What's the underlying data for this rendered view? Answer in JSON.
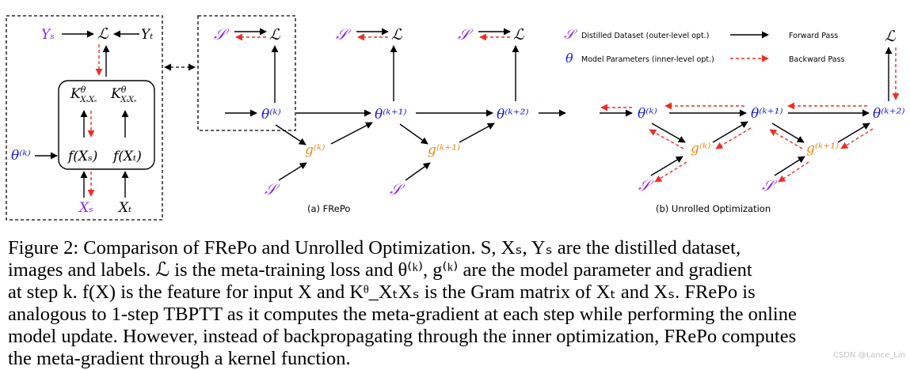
{
  "symbols": {
    "S": "𝒮",
    "L": "ℒ",
    "Ys": "Yₛ",
    "Yt": "Yₜ",
    "Xs": "Xₛ",
    "Xt": "Xₜ",
    "theta_k": "θ⁽ᵏ⁾",
    "theta_k1": "θ⁽ᵏ⁺¹⁾",
    "theta_k2": "θ⁽ᵏ⁺²⁾",
    "g_k": "g⁽ᵏ⁾",
    "g_k1": "g⁽ᵏ⁺¹⁾",
    "K_ss": "K",
    "K_ss_sup": "θ",
    "K_ss_sub": "XₛXₛ",
    "K_ts_sub": "XₜXₛ",
    "f_Xs": "f(Xₛ)",
    "f_Xt": "f(Xₜ)",
    "theta_sym": "θ"
  },
  "legend": {
    "distilled": "Distilled Dataset (outer-level opt.)",
    "params": "Model Parameters (inner-level opt.)",
    "forward": "Forward Pass",
    "backward": "Backward Pass"
  },
  "subcaptions": {
    "a": "(a) FRePo",
    "b": "(b) Unrolled Optimization"
  },
  "caption": [
    "Figure 2: Comparison of FRePo and Unrolled Optimization. S, Xₛ, Yₛ are the distilled dataset,",
    "images and labels. ℒ is the meta-training loss and θ⁽ᵏ⁾, g⁽ᵏ⁾ are the model parameter and gradient",
    "at step k. f(X) is the feature for input X and Kᶿ_XₜXₛ is the Gram matrix of Xₜ and Xₛ. FRePo is",
    "analogous to 1-step TBPTT as it computes the meta-gradient at each step while performing the online",
    "model update. However, instead of backpropagating through the inner optimization, FRePo computes",
    "the meta-gradient through a kernel function."
  ],
  "colors": {
    "purple": "#8a2be2",
    "blue": "#1a1adb",
    "orange": "#e8891c",
    "red": "#e8302a",
    "black": "#000000"
  },
  "watermark": "CSDN @Lance_Lin"
}
